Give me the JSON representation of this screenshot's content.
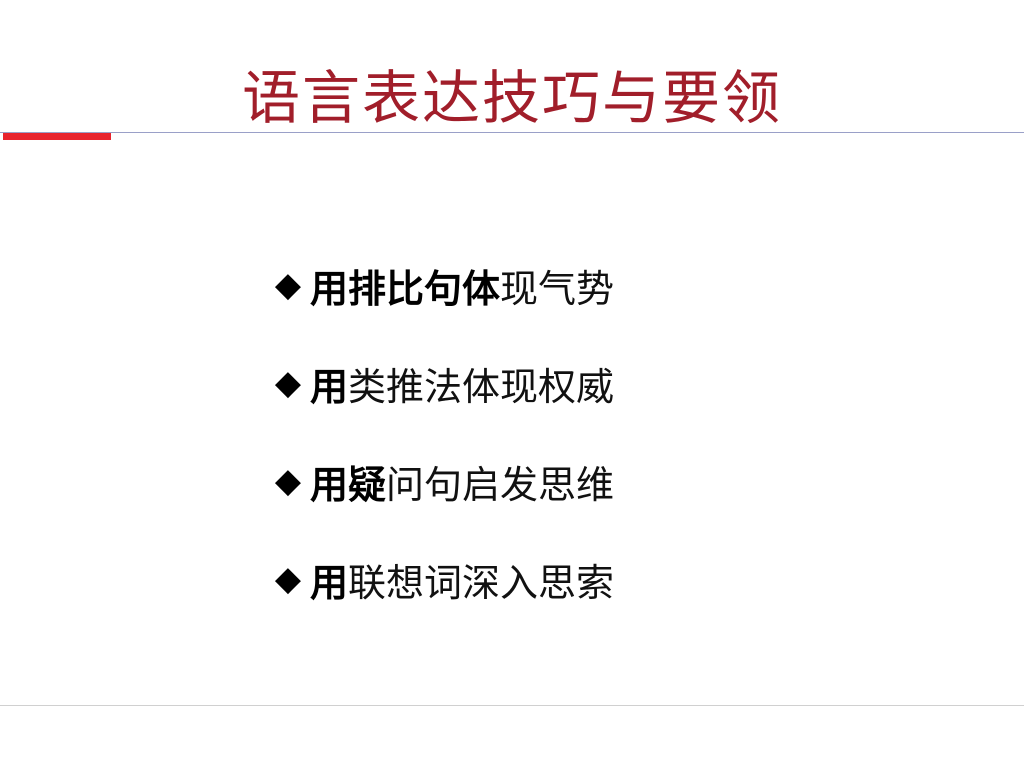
{
  "slide": {
    "title": "语言表达技巧与要领",
    "bullet_glyph": "◆",
    "colors": {
      "title": "#a11e2a",
      "accent_bar": "#e8242e",
      "top_rule": "#9aa0c8",
      "bottom_rule": "#d0d0d0",
      "text": "#111111"
    },
    "bullets": [
      {
        "bold": "用排比句体",
        "rest": "现气势"
      },
      {
        "bold": "用",
        "rest": "类推法体现权威"
      },
      {
        "bold": "用疑",
        "rest": "问句启发思维"
      },
      {
        "bold": "用",
        "rest": "联想词深入思索"
      }
    ]
  }
}
